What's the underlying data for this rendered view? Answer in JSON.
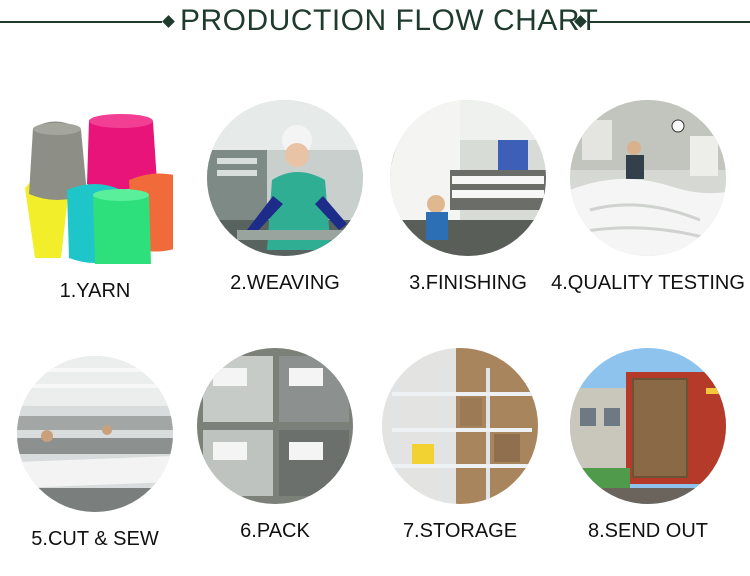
{
  "header": {
    "title": "PRODUCTION FLOW CHART"
  },
  "steps": [
    {
      "label": "1.YARN",
      "icon": "yarn-cones-icon"
    },
    {
      "label": "2.WEAVING",
      "icon": "weaving-worker-icon"
    },
    {
      "label": "3.FINISHING",
      "icon": "finishing-machine-icon"
    },
    {
      "label": "4.QUALITY TESTING",
      "icon": "quality-testing-icon"
    },
    {
      "label": "5.CUT & SEW",
      "icon": "sewing-floor-icon"
    },
    {
      "label": "6.PACK",
      "icon": "packed-products-icon"
    },
    {
      "label": "7.STORAGE",
      "icon": "storage-racks-icon"
    },
    {
      "label": "8.SEND OUT",
      "icon": "shipping-container-icon"
    }
  ],
  "colors": {
    "title": "#1e3b2e",
    "label": "#111111"
  }
}
